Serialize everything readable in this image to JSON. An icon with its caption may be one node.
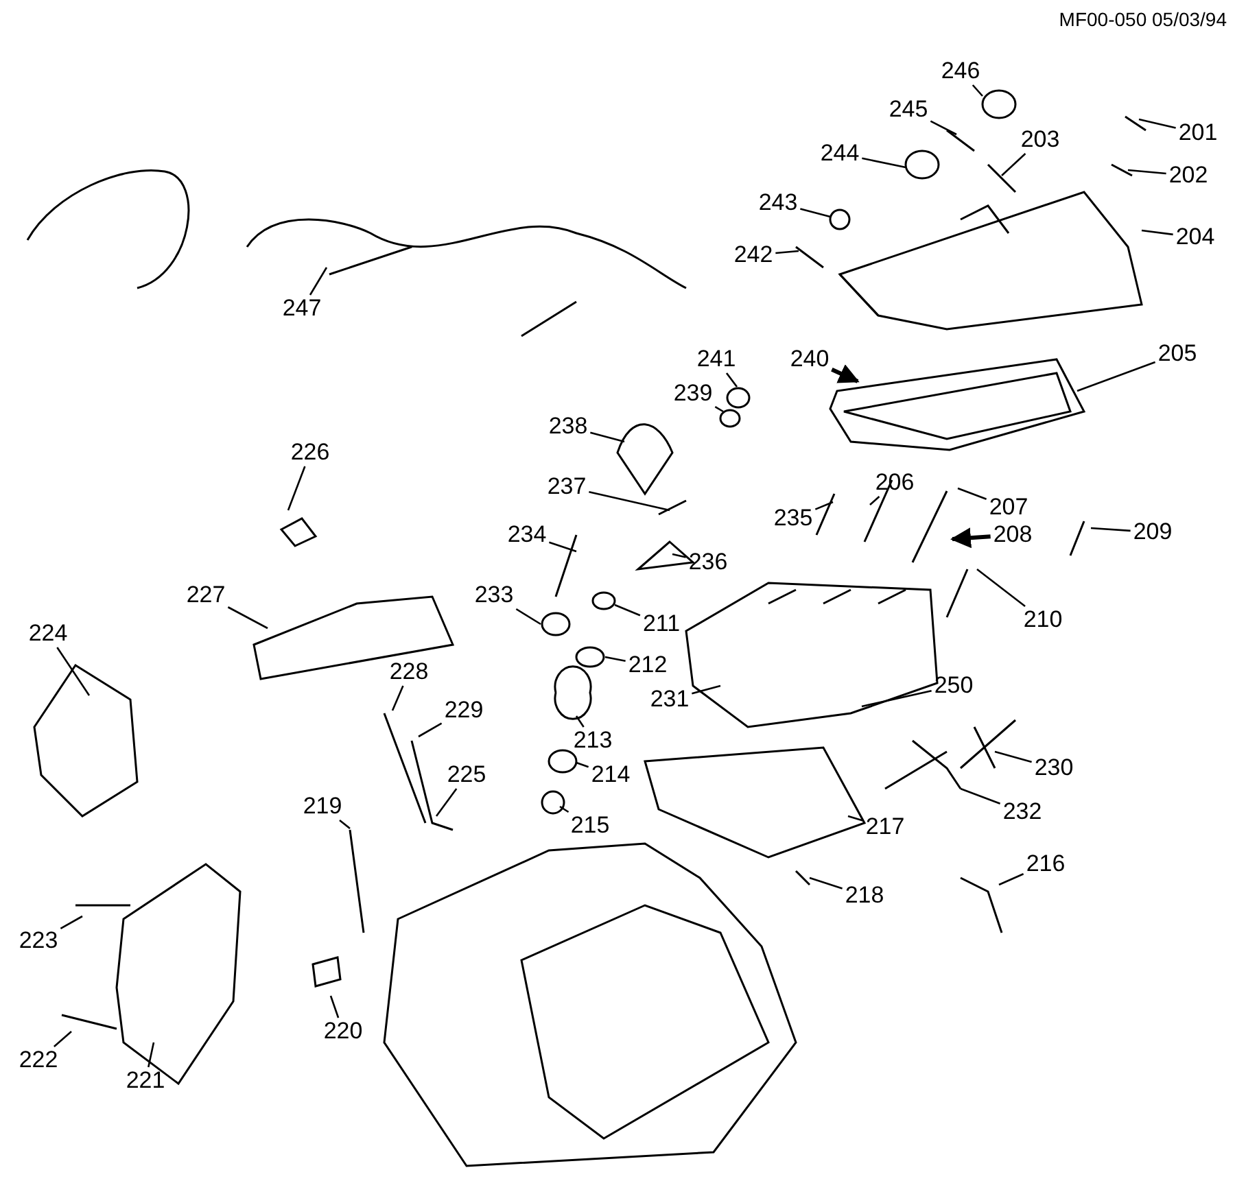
{
  "diagram": {
    "nodes": [
      {
        "text": [
          "246"
        ]
      },
      {
        "text": [
          "245"
        ]
      },
      {
        "text": [
          "201"
        ]
      },
      {
        "text": [
          "244"
        ]
      },
      {
        "text": [
          "203"
        ]
      },
      {
        "text": [
          "202"
        ]
      },
      {
        "text": [
          "243"
        ]
      },
      {
        "text": [
          "204"
        ]
      },
      {
        "text": [
          "242"
        ]
      },
      {
        "text": [
          "247"
        ]
      },
      {
        "text": [
          "205"
        ]
      },
      {
        "text": [
          "240"
        ]
      },
      {
        "text": [
          "241"
        ]
      },
      {
        "text": [
          "239"
        ]
      },
      {
        "text": [
          "238"
        ]
      },
      {
        "text": [
          "226"
        ]
      },
      {
        "text": [
          "206"
        ]
      },
      {
        "text": [
          "237"
        ]
      },
      {
        "text": [
          "207"
        ]
      },
      {
        "text": [
          "235"
        ]
      },
      {
        "text": [
          "209"
        ]
      },
      {
        "text": [
          "234"
        ]
      },
      {
        "text": [
          "208"
        ]
      },
      {
        "text": [
          "236"
        ]
      },
      {
        "text": [
          "227"
        ]
      },
      {
        "text": [
          "233"
        ]
      },
      {
        "text": [
          "210"
        ]
      },
      {
        "text": [
          "211"
        ]
      },
      {
        "text": [
          "224"
        ]
      },
      {
        "text": [
          "212"
        ]
      },
      {
        "text": [
          "228"
        ]
      },
      {
        "text": [
          "250"
        ]
      },
      {
        "text": [
          "231"
        ]
      },
      {
        "text": [
          "229"
        ]
      },
      {
        "text": [
          "213"
        ]
      },
      {
        "text": [
          "230"
        ]
      },
      {
        "text": [
          "214"
        ]
      },
      {
        "text": [
          "225"
        ]
      },
      {
        "text": [
          "219"
        ]
      },
      {
        "text": [
          "232"
        ]
      },
      {
        "text": [
          "215"
        ]
      },
      {
        "text": [
          "217"
        ]
      },
      {
        "text": [
          "216"
        ]
      },
      {
        "text": [
          "218"
        ]
      },
      {
        "text": [
          "223"
        ]
      },
      {
        "text": [
          "220"
        ]
      },
      {
        "text": [
          "222"
        ]
      },
      {
        "text": [
          "221"
        ]
      }
    ],
    "edges": [
      {
        "from": 0,
        "to": null,
        "arrow": "none"
      },
      {
        "from": 1,
        "to": null,
        "arrow": "none"
      },
      {
        "from": 2,
        "to": null,
        "arrow": "none"
      },
      {
        "from": 3,
        "to": null,
        "arrow": "none"
      },
      {
        "from": 4,
        "to": null,
        "arrow": "none"
      },
      {
        "from": 5,
        "to": null,
        "arrow": "none"
      },
      {
        "from": 6,
        "to": null,
        "arrow": "none"
      },
      {
        "from": 7,
        "to": null,
        "arrow": "none"
      },
      {
        "from": 8,
        "to": null,
        "arrow": "none"
      },
      {
        "from": 9,
        "to": null,
        "arrow": "none"
      },
      {
        "from": 10,
        "to": null,
        "arrow": "none"
      },
      {
        "from": 11,
        "to": null,
        "arrow": "to",
        "style": "thick"
      },
      {
        "from": 12,
        "to": null,
        "arrow": "none"
      },
      {
        "from": 13,
        "to": null,
        "arrow": "none"
      },
      {
        "from": 14,
        "to": null,
        "arrow": "none"
      },
      {
        "from": 15,
        "to": null,
        "arrow": "none"
      },
      {
        "from": 16,
        "to": null,
        "arrow": "none"
      },
      {
        "from": 17,
        "to": null,
        "arrow": "none"
      },
      {
        "from": 18,
        "to": null,
        "arrow": "none"
      },
      {
        "from": 19,
        "to": null,
        "arrow": "none"
      },
      {
        "from": 20,
        "to": null,
        "arrow": "none"
      },
      {
        "from": 21,
        "to": null,
        "arrow": "none"
      },
      {
        "from": 22,
        "to": null,
        "arrow": "to",
        "style": "thick"
      },
      {
        "from": 23,
        "to": null,
        "arrow": "none"
      },
      {
        "from": 24,
        "to": null,
        "arrow": "none"
      },
      {
        "from": 25,
        "to": null,
        "arrow": "none"
      },
      {
        "from": 26,
        "to": null,
        "arrow": "none"
      },
      {
        "from": 27,
        "to": null,
        "arrow": "none"
      },
      {
        "from": 28,
        "to": null,
        "arrow": "none"
      },
      {
        "from": 29,
        "to": null,
        "arrow": "none"
      },
      {
        "from": 30,
        "to": null,
        "arrow": "none"
      },
      {
        "from": 31,
        "to": null,
        "arrow": "none"
      },
      {
        "from": 32,
        "to": null,
        "arrow": "none"
      },
      {
        "from": 33,
        "to": null,
        "arrow": "none"
      },
      {
        "from": 34,
        "to": null,
        "arrow": "none"
      },
      {
        "from": 35,
        "to": null,
        "arrow": "none"
      },
      {
        "from": 36,
        "to": null,
        "arrow": "none"
      },
      {
        "from": 37,
        "to": null,
        "arrow": "none"
      },
      {
        "from": 38,
        "to": null,
        "arrow": "none"
      },
      {
        "from": 39,
        "to": null,
        "arrow": "none"
      },
      {
        "from": 40,
        "to": null,
        "arrow": "none"
      },
      {
        "from": 41,
        "to": null,
        "arrow": "none"
      },
      {
        "from": 42,
        "to": null,
        "arrow": "none"
      },
      {
        "from": 43,
        "to": null,
        "arrow": "none"
      },
      {
        "from": 44,
        "to": null,
        "arrow": "none"
      },
      {
        "from": 45,
        "to": null,
        "arrow": "none"
      },
      {
        "from": 46,
        "to": null,
        "arrow": "none"
      },
      {
        "from": 47,
        "to": null,
        "arrow": "none"
      }
    ],
    "labels": [
      "MF00-050 05/03/94"
    ]
  }
}
